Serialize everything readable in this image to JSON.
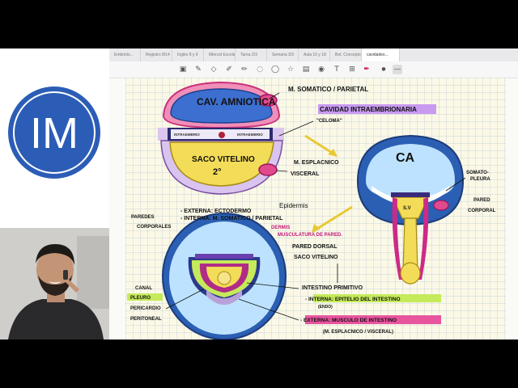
{
  "tabs": [
    "Embriolo... ",
    "Registro 8/14",
    "Inglés 8 y 9",
    "Miércol Escolar",
    "Tarea 2/3",
    "Semana 3/3",
    "Aula 10 y 18",
    "Bot. Conceptos",
    "cavidades..."
  ],
  "logo": {
    "letters": "IM"
  },
  "diagram": {
    "cav_amniotica": "CAV. AMNIOTICA",
    "intraembrionario_left": "INTRAEMBRIO",
    "intraembrionario_right": "INTRAEMBRIO",
    "saco_vitelino": "SACO VITELINO",
    "saco_num": "2°",
    "m_somatico_parietal": "M. SOMATICO / PARIETAL",
    "cavidad_intraembrionaria": "CAVIDAD INTRAEMBRIONARIA",
    "celoma": "\"CELOMA\"",
    "m_esplacnico": "M. ESPLACNICO",
    "visceral": "VISCERAL",
    "ca": "CA",
    "sv": "S.V",
    "somatopleura_1": "SOMATO-",
    "somatopleura_2": "PLEURA",
    "pared_corporal_1": "PARED",
    "pared_corporal_2": "CORPORAL",
    "paredes": "PAREDES",
    "corporales": "CORPORALES",
    "externa_ectodermo": "- EXTERNA: ECTODERMO",
    "epidermis": "Epidermis",
    "interna_somatico": "- INTERNA: M. SOMATICO / PARIETAL",
    "dermis": "DERMIS",
    "musculatura": "MUSCULATURA DE PARED.",
    "pared_dorsal": "PARED DORSAL",
    "saco_vitelino_2": "SACO VITELINO",
    "intestino_primitivo": "INTESTINO PRIMITIVO",
    "interna_epitelio": "- INTERNA: EPITELIO DEL INTESTINO",
    "endo": "(ENDO)",
    "externa_musculo": "- EXTERNA: MUSCULO DE INTESTINO",
    "esplacnico_visceral": "(M. ESPLACNICO / VISCERAL)",
    "canal": "CANAL",
    "pleuro": "PLEURO",
    "pericardio": "PERICARDIO",
    "peritoneal": "PERITONEAL"
  },
  "colors": {
    "blue": "#2b5fb3",
    "yellow": "#f3dc57",
    "magenta": "#cc2a88",
    "pink": "#f08fb8",
    "lavender": "#d9c4ef",
    "green": "#c5ea5a"
  }
}
